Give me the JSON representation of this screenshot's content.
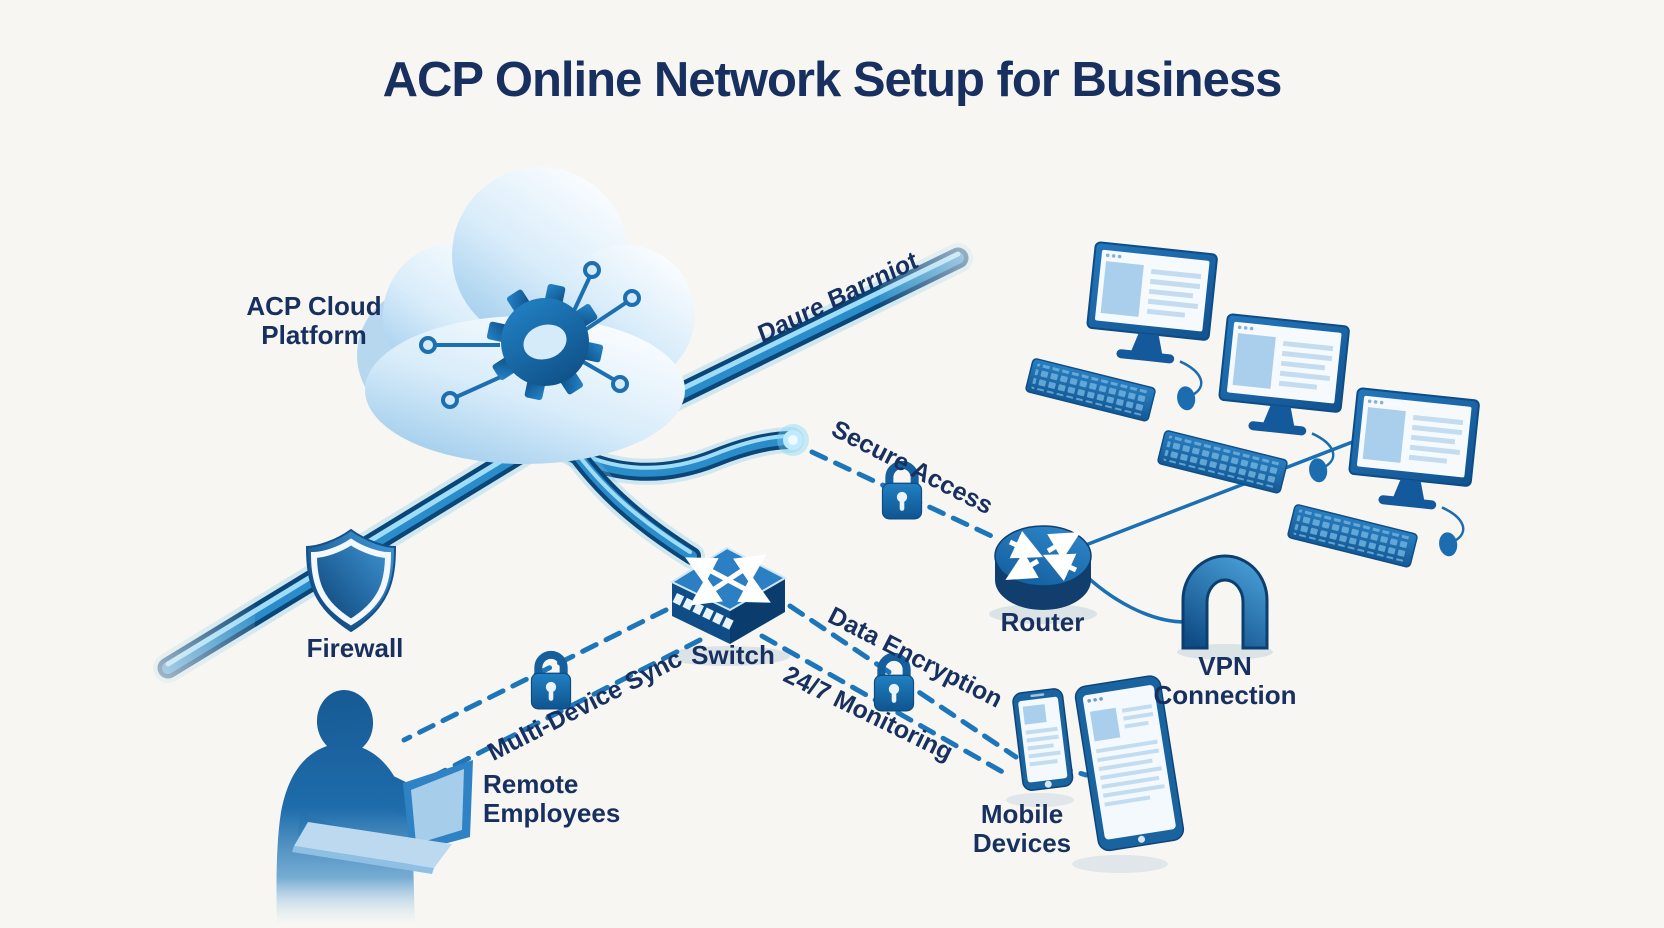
{
  "title": "ACP Online Network Setup for Business",
  "nodes": {
    "cloud": {
      "label": "ACP Cloud Platform"
    },
    "firewall": {
      "label": "Firewall"
    },
    "switch": {
      "label": "Switch"
    },
    "router": {
      "label": "Router"
    },
    "vpn": {
      "label": "VPN Connection"
    },
    "remote_employees": {
      "label": "Remote Employees"
    },
    "mobile_devices": {
      "label": "Mobile Devices"
    }
  },
  "connections": {
    "backbone": {
      "label": "Daure Barrniot"
    },
    "secure_access": {
      "label": "Secure Access"
    },
    "multi_device_sync": {
      "label": "Multi-Device Sync"
    },
    "data_encryption": {
      "label": "Data Encryption"
    },
    "monitoring": {
      "label": "24/7 Monitoring"
    }
  },
  "colors": {
    "background": "#f7f6f3",
    "text_navy": "#17305f",
    "accent_blue": "#1e76ba",
    "pipe_dark": "#0a4678",
    "pipe_mid": "#2a8cc8",
    "pipe_light": "#9fdcf8",
    "device_blue": "#19639f",
    "screen_white": "#f4f9fd"
  }
}
